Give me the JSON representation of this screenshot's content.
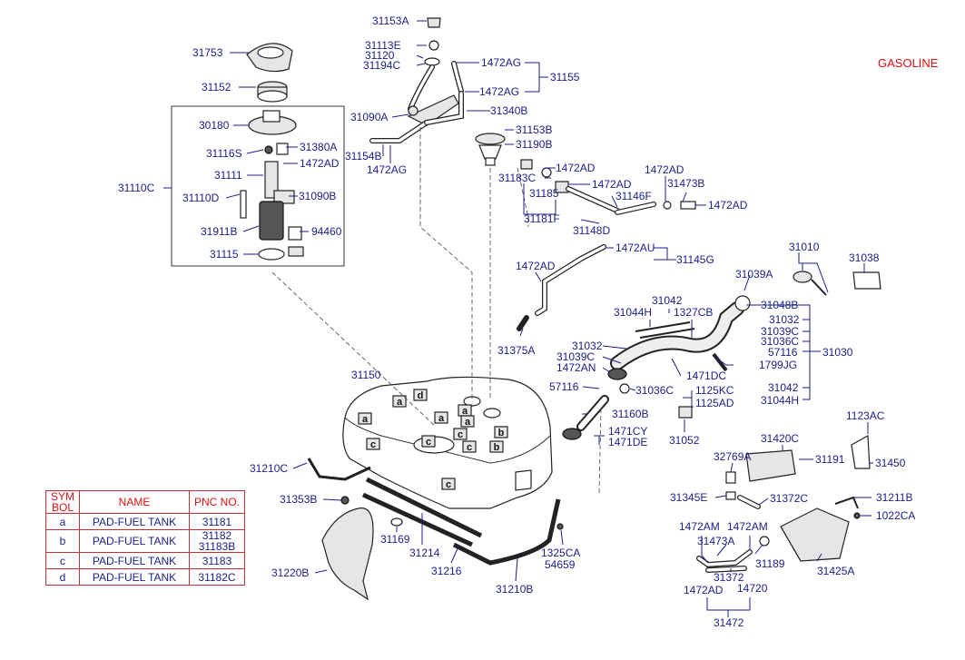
{
  "header": {
    "label": "GASOLINE"
  },
  "legend": {
    "headers": [
      "SYM BOL",
      "NAME",
      "PNC NO."
    ],
    "rows": [
      {
        "sym": "a",
        "name": "PAD-FUEL TANK",
        "pnc": "31181"
      },
      {
        "sym": "b",
        "name": "PAD-FUEL TANK",
        "pnc": "31182 31183B"
      },
      {
        "sym": "c",
        "name": "PAD-FUEL TANK",
        "pnc": "31183"
      },
      {
        "sym": "d",
        "name": "PAD-FUEL TANK",
        "pnc": "31182C"
      }
    ]
  },
  "tank_marks": [
    "a",
    "d",
    "a",
    "b",
    "a",
    "c",
    "a",
    "a",
    "c",
    "c",
    "b",
    "c",
    "c"
  ],
  "callouts": [
    "31153A",
    "31113E",
    "31120",
    "31194C",
    "1472AG",
    "1472AG",
    "31155",
    "31753",
    "31152",
    "31090A",
    "31340B",
    "30180",
    "31116S",
    "31380A",
    "1472AD",
    "31111",
    "31110C",
    "31110D",
    "31090B",
    "31911B",
    "94460",
    "31115",
    "31154B",
    "1472AG",
    "31153B",
    "31190B",
    "1472AD",
    "1472AD",
    "31183C",
    "31185",
    "31181F",
    "1472AD",
    "31146F",
    "31473B",
    "1472AD",
    "31148D",
    "1472AU",
    "31145G",
    "1472AD",
    "31375A",
    "31010",
    "31038",
    "31039A",
    "31048B",
    "31032",
    "31039C",
    "31036C",
    "57116",
    "31030",
    "1799JG",
    "31042",
    "31044H",
    "31042",
    "31044H",
    "1327CB",
    "31032",
    "31039C",
    "1472AN",
    "1471DC",
    "57116",
    "31036C",
    "1125KC",
    "1125AD",
    "31160B",
    "31150",
    "1471CY",
    "1471DE",
    "31052",
    "1123AC",
    "31420C",
    "32769A",
    "31191",
    "31450",
    "31210C",
    "31353B",
    "31345E",
    "31372C",
    "31211B",
    "1022CA",
    "31169",
    "31214",
    "31216",
    "1325CA",
    "54659",
    "31220B",
    "31210B",
    "1472AM",
    "1472AM",
    "31473A",
    "31189",
    "31425A",
    "31372",
    "1472AD",
    "14720",
    "31472"
  ]
}
